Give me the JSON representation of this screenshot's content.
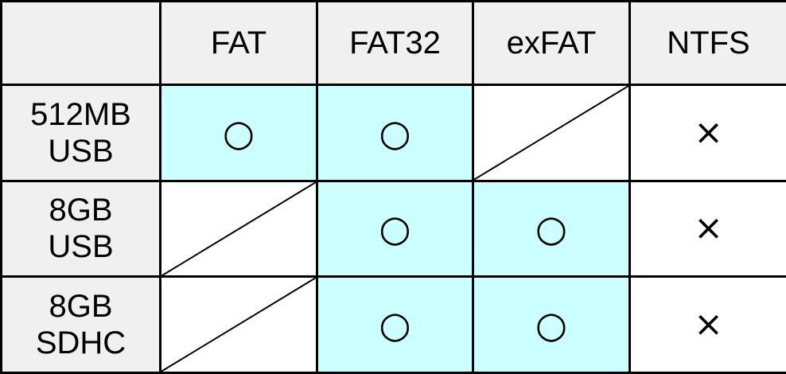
{
  "chart_data": {
    "type": "table",
    "corner_cell": "",
    "column_headers": [
      "FAT",
      "FAT32",
      "exFAT",
      "NTFS"
    ],
    "rows": [
      {
        "label": "512MB USB",
        "label_lines": [
          "512MB",
          "USB"
        ],
        "cells": [
          {
            "status": "supported",
            "symbol": "○"
          },
          {
            "status": "supported",
            "symbol": "○"
          },
          {
            "status": "not-applicable",
            "symbol": "diagonal-slash"
          },
          {
            "status": "unsupported",
            "symbol": "×"
          }
        ]
      },
      {
        "label": "8GB USB",
        "label_lines": [
          "8GB",
          "USB"
        ],
        "cells": [
          {
            "status": "not-applicable",
            "symbol": "diagonal-slash"
          },
          {
            "status": "supported",
            "symbol": "○"
          },
          {
            "status": "supported",
            "symbol": "○"
          },
          {
            "status": "unsupported",
            "symbol": "×"
          }
        ]
      },
      {
        "label": "8GB SDHC",
        "label_lines": [
          "8GB",
          "SDHC"
        ],
        "cells": [
          {
            "status": "not-applicable",
            "symbol": "diagonal-slash"
          },
          {
            "status": "supported",
            "symbol": "○"
          },
          {
            "status": "supported",
            "symbol": "○"
          },
          {
            "status": "unsupported",
            "symbol": "×"
          }
        ]
      }
    ],
    "symbols": {
      "supported": "○",
      "unsupported": "×",
      "not_applicable": "diagonal-slash"
    },
    "colors": {
      "header_bg": "#F0F0F0",
      "row_label_bg": "#F0F0F0",
      "supported_bg": "#CCFFFF",
      "default_bg": "#FFFFFF",
      "border": "#000000",
      "text": "#000000"
    }
  }
}
